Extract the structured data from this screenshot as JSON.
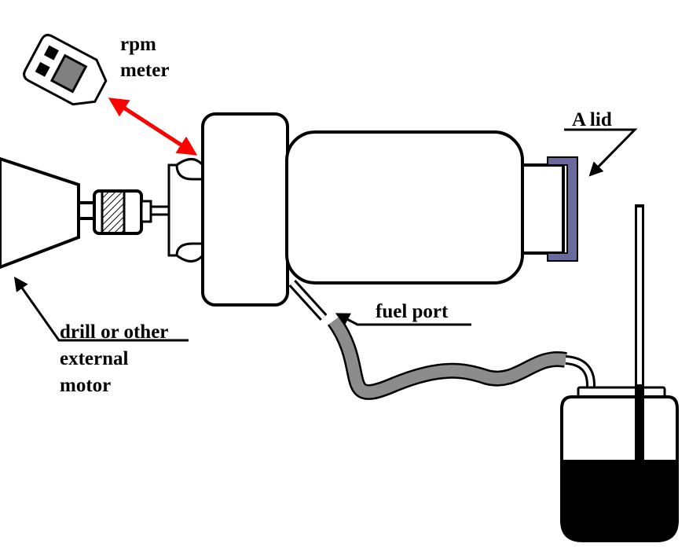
{
  "labels": {
    "rpm_meter": [
      "rpm",
      "meter"
    ],
    "lid": "A lid",
    "fuel_port": "fuel port",
    "drill": [
      "drill or other",
      "external",
      "motor"
    ]
  },
  "colors": {
    "outline": "#000000",
    "arrow_rpm": "#ff0000",
    "lid": "#6a6a9e",
    "fuel_tube": "#8c8c8c",
    "meter_display": "#808080",
    "fuel": "#000000"
  },
  "icons": {
    "rpm_meter": "tachometer-icon",
    "chuck": "drill-chuck-icon"
  }
}
